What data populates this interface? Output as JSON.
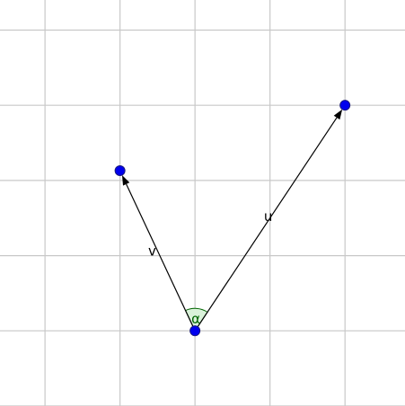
{
  "grid": {
    "x_min": -2.6,
    "x_max": 2.8,
    "y_min": -1.0,
    "y_max": 4.4,
    "step": 1,
    "color": "#c8c8c8"
  },
  "origin": {
    "x": 0,
    "y": 0
  },
  "vectors": [
    {
      "label": "u",
      "to": {
        "x": 2.0,
        "y": 3.0
      }
    },
    {
      "label": "v",
      "to": {
        "x": -1.0,
        "y": 2.13
      }
    }
  ],
  "angle": {
    "label": "α",
    "color": "#006400",
    "fill": "#d9f2d9"
  },
  "point_color": "#0000ee"
}
